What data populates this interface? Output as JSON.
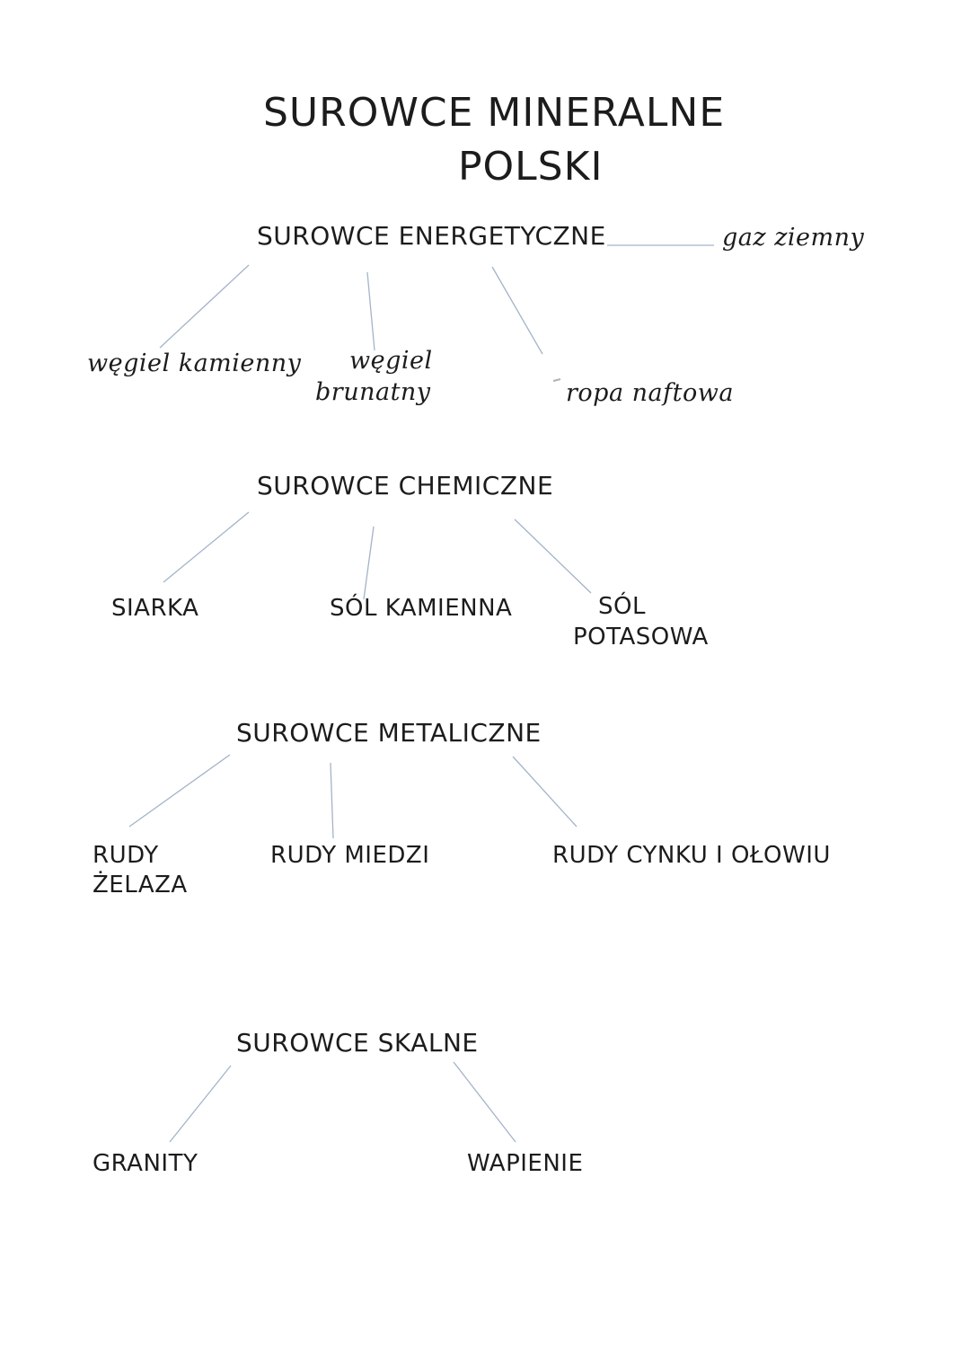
{
  "page": {
    "background_color": "#ffffff",
    "text_color": "#1c1c1c",
    "connector_color": "#a4b3ca"
  },
  "title": {
    "line1": "SUROWCE MINERALNE",
    "line2": "POLSKI"
  },
  "sections": [
    {
      "label": "SUROWCE ENERGETYCZNE",
      "children": [
        {
          "line1": "węgiel kamienny"
        },
        {
          "line1": "węgiel",
          "line2": "brunatny"
        },
        {
          "line1": "ropa naftowa"
        },
        {
          "line1": "gaz ziemny"
        }
      ]
    },
    {
      "label": "SUROWCE CHEMICZNE",
      "children": [
        {
          "line1": "SIARKA"
        },
        {
          "line1": "SÓL KAMIENNA"
        },
        {
          "line1": "SÓL",
          "line2": "POTASOWA"
        }
      ]
    },
    {
      "label": "SUROWCE METALICZNE",
      "children": [
        {
          "line1": "RUDY",
          "line2": "ŻELAZA"
        },
        {
          "line1": "RUDY MIEDZI"
        },
        {
          "line1": "RUDY CYNKU I OŁOWIU"
        }
      ]
    },
    {
      "label": "SUROWCE SKALNE",
      "children": [
        {
          "line1": "GRANITY"
        },
        {
          "line1": "WAPIENIE"
        }
      ]
    }
  ]
}
